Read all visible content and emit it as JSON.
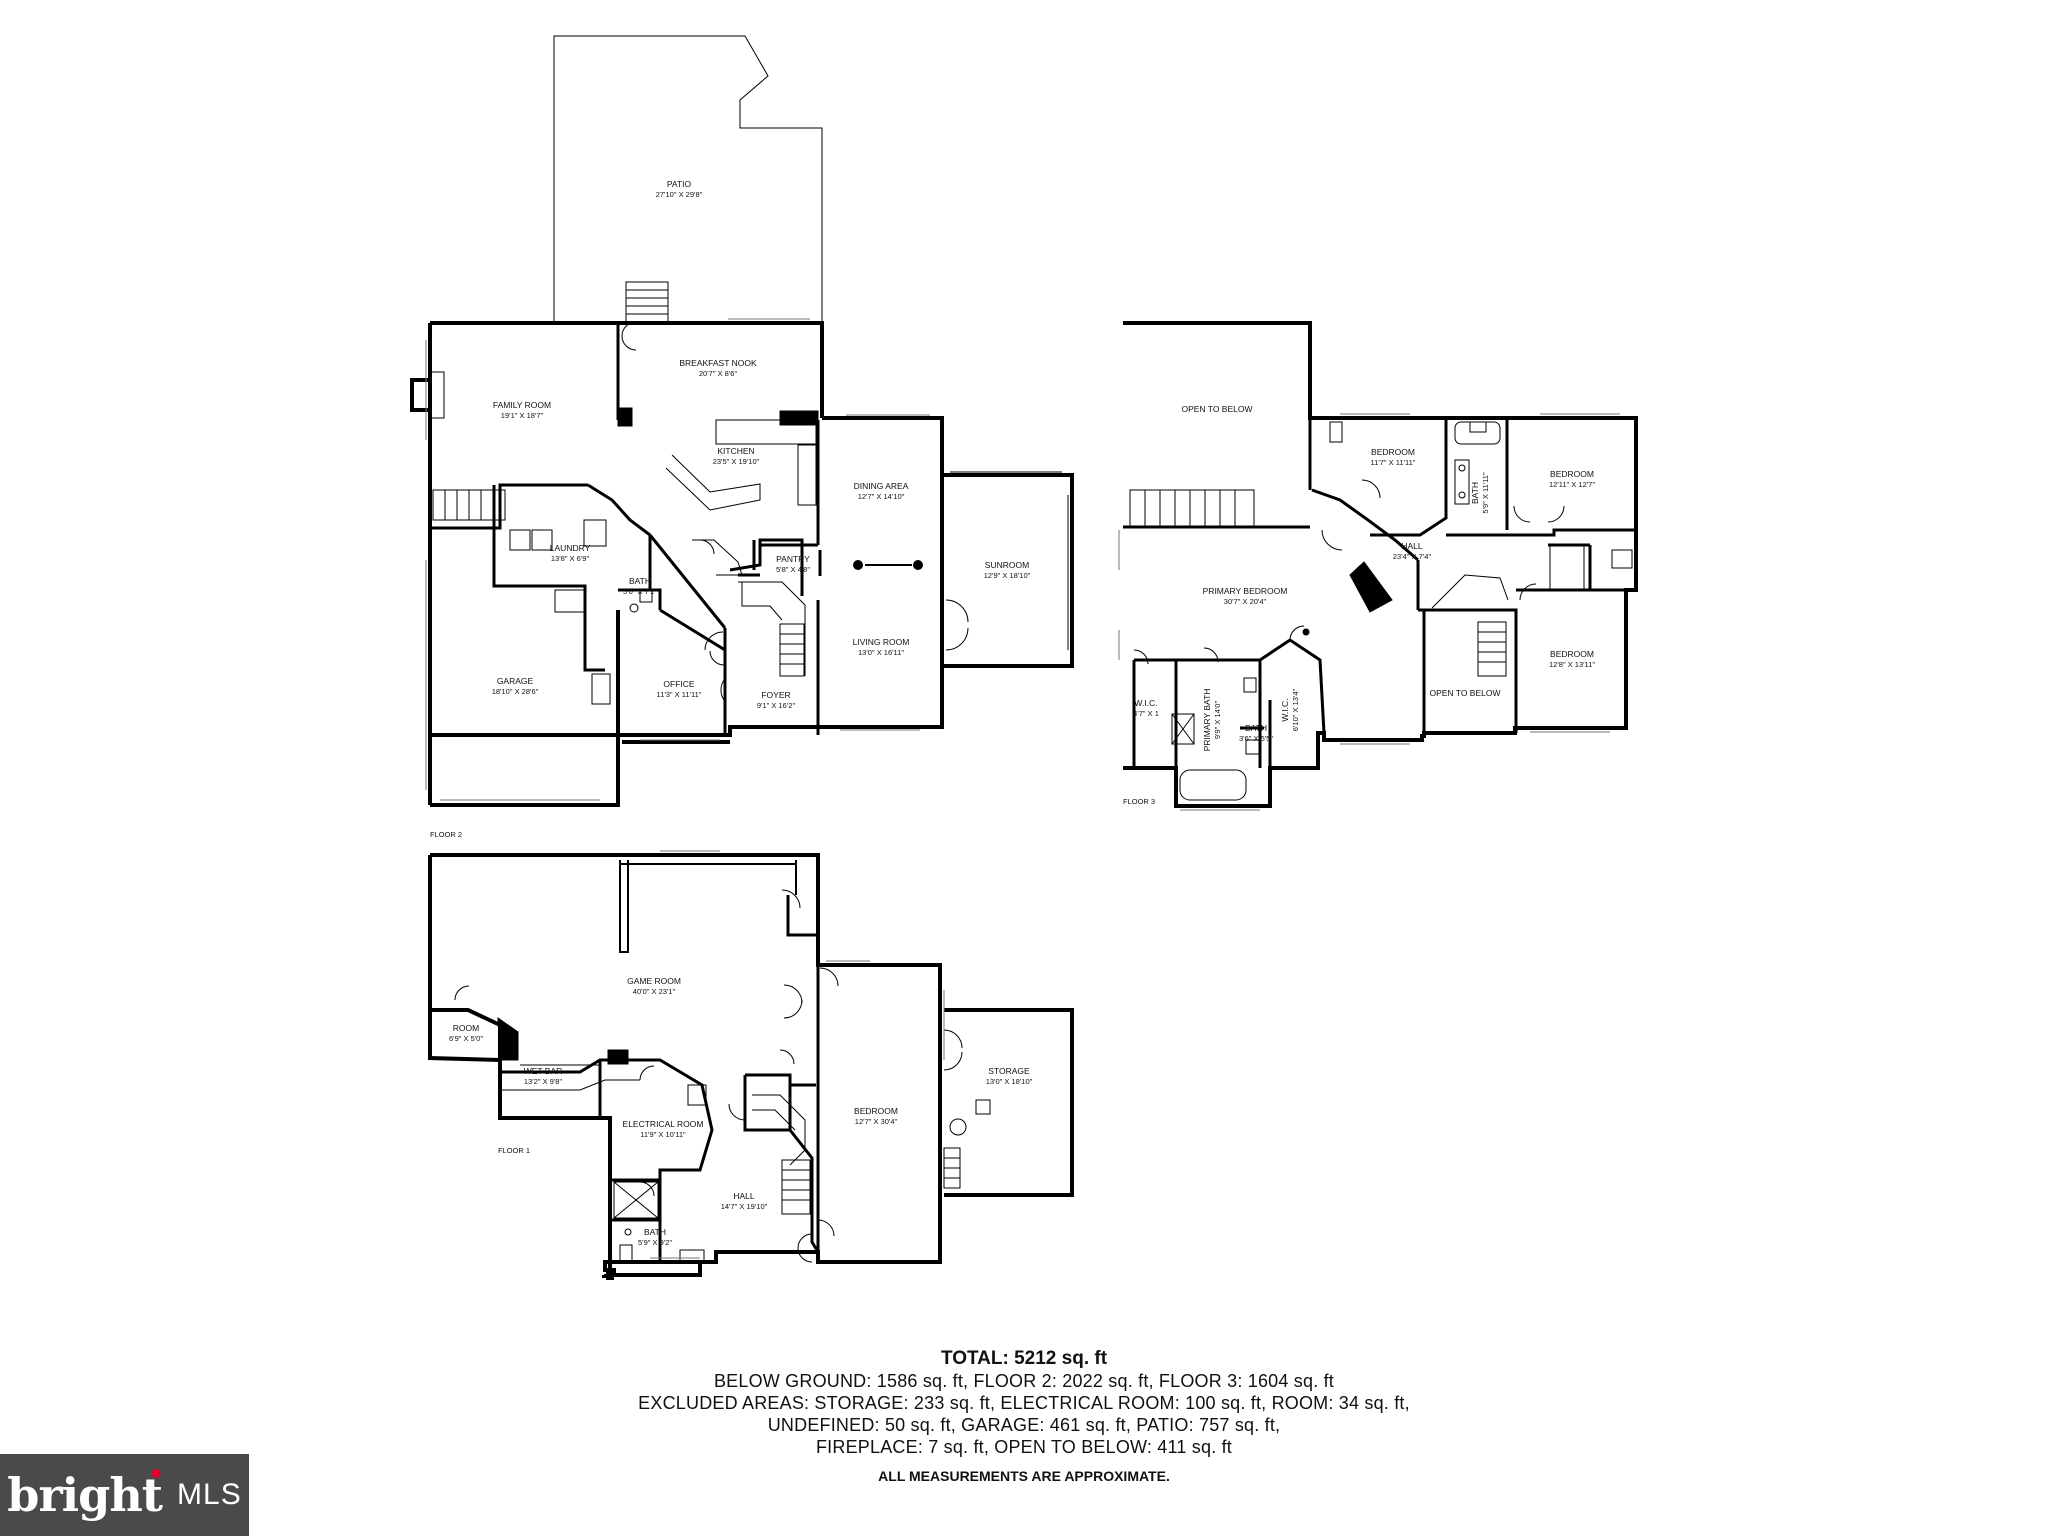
{
  "floors": {
    "floor1": {
      "label": "FLOOR 1"
    },
    "floor2": {
      "label": "FLOOR 2"
    },
    "floor3": {
      "label": "FLOOR 3"
    }
  },
  "rooms": {
    "patio": {
      "name": "PATIO",
      "dim": "27'10\" X 29'8\""
    },
    "family_room": {
      "name": "FAMILY ROOM",
      "dim": "19'1\" X 18'7\""
    },
    "breakfast_nook": {
      "name": "BREAKFAST NOOK",
      "dim": "20'7\" X 8'6\""
    },
    "kitchen": {
      "name": "KITCHEN",
      "dim": "23'5\" X 19'10\""
    },
    "dining_area": {
      "name": "DINING AREA",
      "dim": "12'7\" X 14'10\""
    },
    "sunroom": {
      "name": "SUNROOM",
      "dim": "12'9\" X 18'10\""
    },
    "laundry": {
      "name": "LAUNDRY",
      "dim": "13'8\" X 6'9\""
    },
    "pantry": {
      "name": "PANTRY",
      "dim": "5'8\" X 4'8\""
    },
    "bath_f2": {
      "name": "BATH",
      "dim": "5'0\" X 7'1\""
    },
    "living_room": {
      "name": "LIVING ROOM",
      "dim": "13'0\" X 16'11\""
    },
    "garage": {
      "name": "GARAGE",
      "dim": "18'10\" X 28'6\""
    },
    "office": {
      "name": "OFFICE",
      "dim": "11'3\" X 11'11\""
    },
    "foyer": {
      "name": "FOYER",
      "dim": "9'1\" X 16'2\""
    },
    "open_below_1": {
      "name": "OPEN TO BELOW"
    },
    "bedroom_a": {
      "name": "BEDROOM",
      "dim": "11'7\" X 11'11\""
    },
    "bath_f3": {
      "name": "BATH",
      "dim": "5'9\" X 11'11\""
    },
    "bedroom_b": {
      "name": "BEDROOM",
      "dim": "12'11\" X 12'7\""
    },
    "hall_f3": {
      "name": "HALL",
      "dim": "23'4\" X 7'4\""
    },
    "primary_bedroom": {
      "name": "PRIMARY BEDROOM",
      "dim": "30'7\" X 20'4\""
    },
    "open_below_2": {
      "name": "OPEN TO BELOW"
    },
    "bedroom_c": {
      "name": "BEDROOM",
      "dim": "12'8\" X 13'11\""
    },
    "wic_1": {
      "name": "W.I.C.",
      "dim": "4'7\" X 1"
    },
    "primary_bath": {
      "name": "PRIMARY BATH",
      "dim": "9'9\" X 14'0\""
    },
    "bath_small": {
      "name": "BATH",
      "dim": "3'6\" X 5'5\""
    },
    "wic_2": {
      "name": "W.I.C.",
      "dim": "6'10\" X 13'4\""
    },
    "game_room": {
      "name": "GAME ROOM",
      "dim": "40'0\" X 23'1\""
    },
    "room": {
      "name": "ROOM",
      "dim": "6'9\" X 5'0\""
    },
    "wet_bar": {
      "name": "WET BAR",
      "dim": "13'2\" X 9'8\""
    },
    "electrical_room": {
      "name": "ELECTRICAL ROOM",
      "dim": "11'9\" X 10'11\""
    },
    "bedroom_f1": {
      "name": "BEDROOM",
      "dim": "12'7\" X 30'4\""
    },
    "storage": {
      "name": "STORAGE",
      "dim": "13'0\" X 18'10\""
    },
    "hall_f1": {
      "name": "HALL",
      "dim": "14'7\" X 19'10\""
    },
    "bath_f1": {
      "name": "BATH",
      "dim": "5'9\" X 9'2\""
    }
  },
  "totals": {
    "title": "TOTAL: 5212 sq. ft",
    "line1": "BELOW GROUND: 1586 sq. ft, FLOOR 2: 2022 sq. ft, FLOOR 3: 1604 sq. ft",
    "line2": "EXCLUDED AREAS: STORAGE: 233 sq. ft, ELECTRICAL ROOM: 100 sq. ft, ROOM: 34 sq. ft,",
    "line3": "UNDEFINED: 50 sq. ft, GARAGE: 461 sq. ft, PATIO: 757 sq. ft,",
    "line4": "FIREPLACE: 7 sq. ft, OPEN TO BELOW: 411 sq. ft",
    "note": "ALL MEASUREMENTS ARE APPROXIMATE."
  },
  "brand": {
    "word": "bright",
    "suffix": "MLS"
  }
}
